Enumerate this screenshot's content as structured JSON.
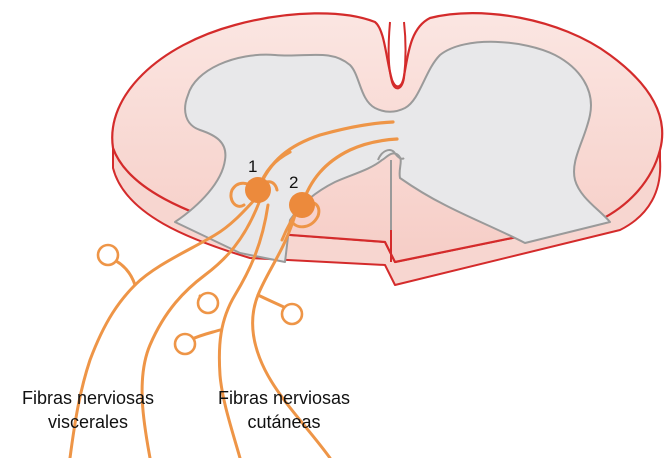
{
  "labels": {
    "neuron_1": "1",
    "neuron_2": "2",
    "visceral_line1": "Fibras nerviosas",
    "visceral_line2": "viscerales",
    "cutaneous_line1": "Fibras nerviosas",
    "cutaneous_line2": "cutáneas"
  },
  "colors": {
    "outline": "#d42b2b",
    "cord_fill_light": "#fbe3df",
    "cord_fill_dark": "#f2b8b0",
    "gray_matter": "#e8e8ea",
    "gray_outline": "#9a9a9a",
    "nerve": "#ee9547",
    "neuron": "#ec8a3c"
  }
}
